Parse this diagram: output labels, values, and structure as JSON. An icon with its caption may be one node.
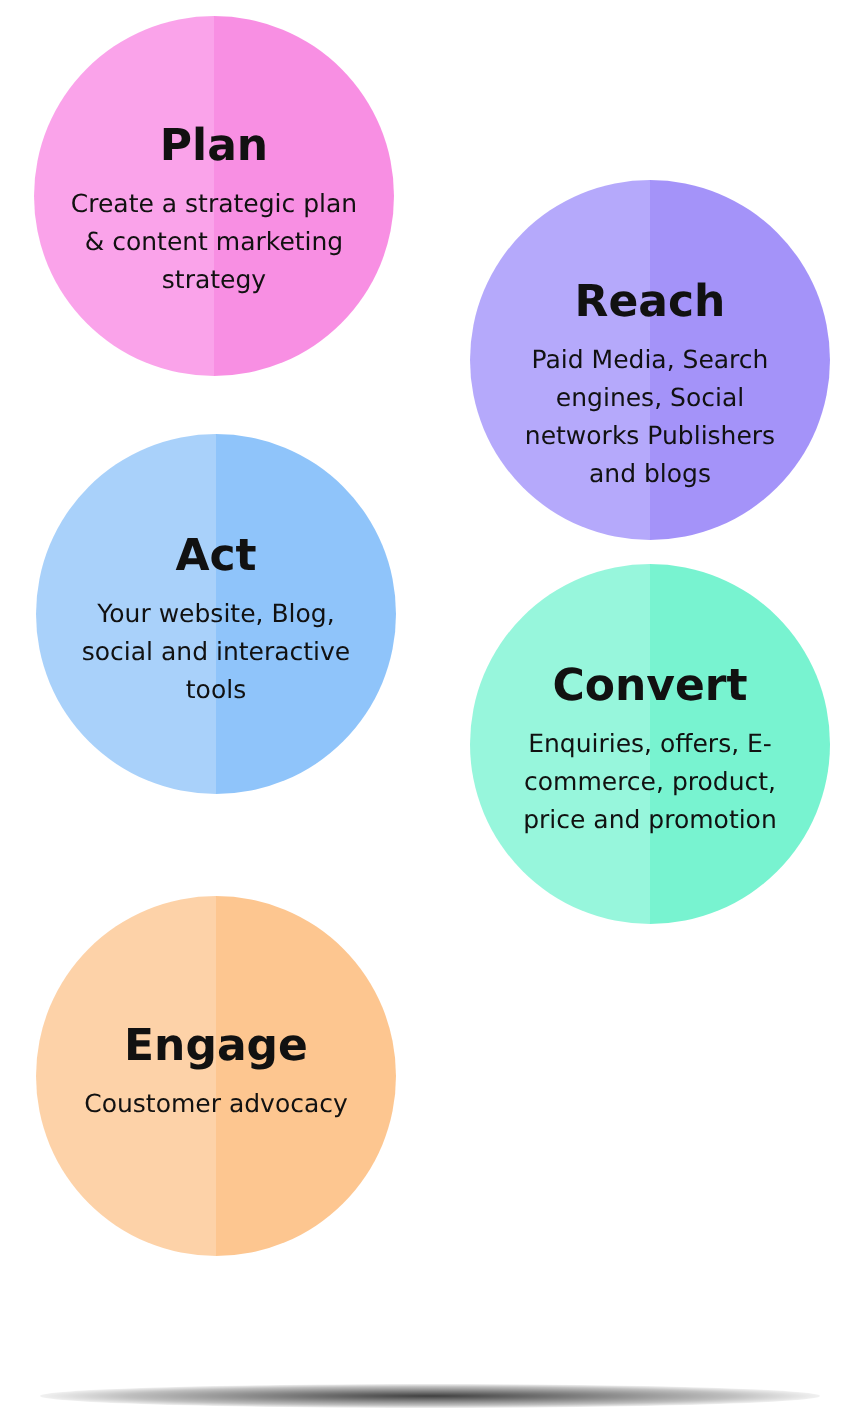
{
  "diagram": {
    "nodes": [
      {
        "text": [
          "Plan",
          "Create a strategic plan & content marketing strategy"
        ]
      },
      {
        "text": [
          "Reach",
          "Paid Media, Search engines, Social networks Publishers and blogs"
        ]
      },
      {
        "text": [
          "Act",
          "Your website, Blog, social and interactive tools"
        ]
      },
      {
        "text": [
          "Convert",
          "Enquiries, offers, E-commerce, product, price and promotion"
        ]
      },
      {
        "text": [
          "Engage",
          "Coustomer advocacy"
        ]
      }
    ],
    "edges": []
  }
}
